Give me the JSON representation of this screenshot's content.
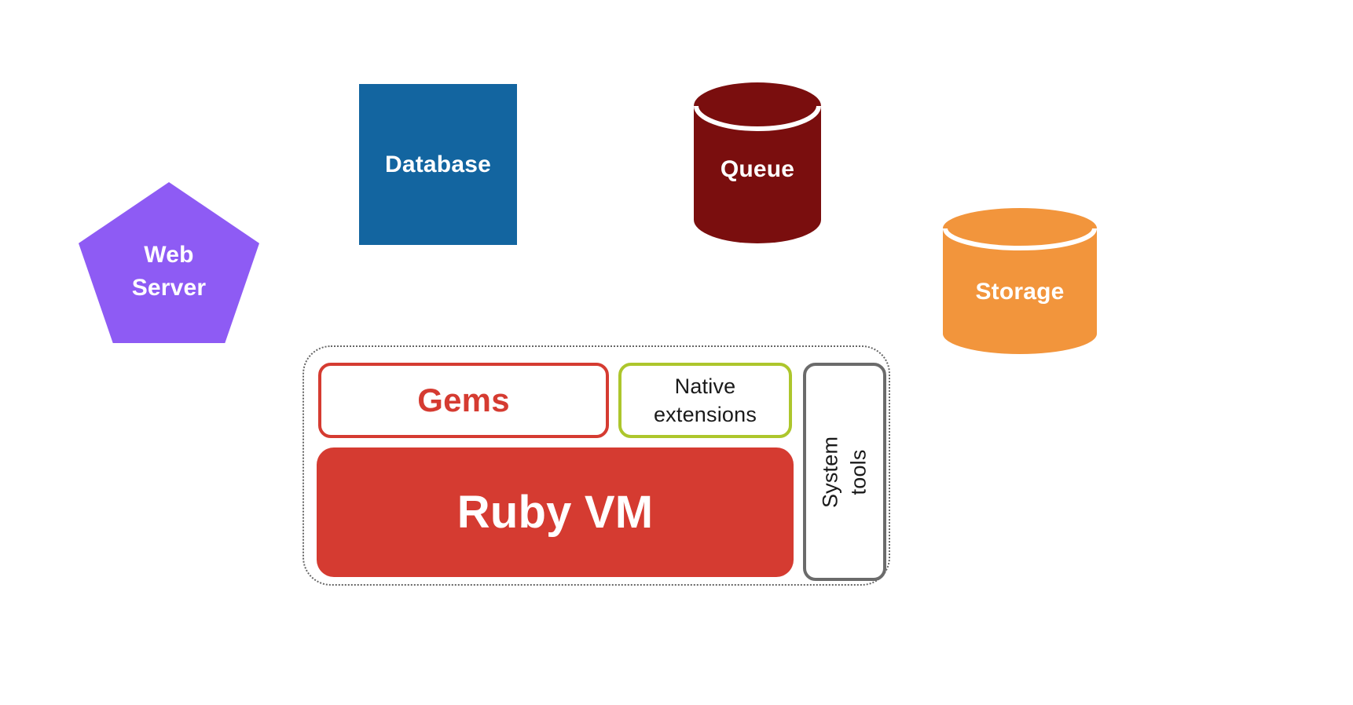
{
  "nodes": {
    "web_server": {
      "label": "Web Server",
      "color": "#8e5bf4",
      "text_color": "#ffffff"
    },
    "database": {
      "label": "Database",
      "color": "#1365a0",
      "text_color": "#ffffff"
    },
    "queue": {
      "label": "Queue",
      "color": "#7a0e0e",
      "text_color": "#ffffff"
    },
    "storage": {
      "label": "Storage",
      "color": "#f2953c",
      "text_color": "#ffffff"
    },
    "gems": {
      "label": "Gems",
      "color": "#d53b31",
      "text_color": "#d53b31"
    },
    "native_extensions": {
      "label": "Native extensions",
      "color": "#adc62c",
      "text_color": "#1a1a1a"
    },
    "system_tools": {
      "label": "System tools",
      "color": "#6b6b6b",
      "text_color": "#1a1a1a"
    },
    "ruby_vm": {
      "label": "Ruby VM",
      "color": "#d53b31",
      "text_color": "#ffffff"
    }
  }
}
